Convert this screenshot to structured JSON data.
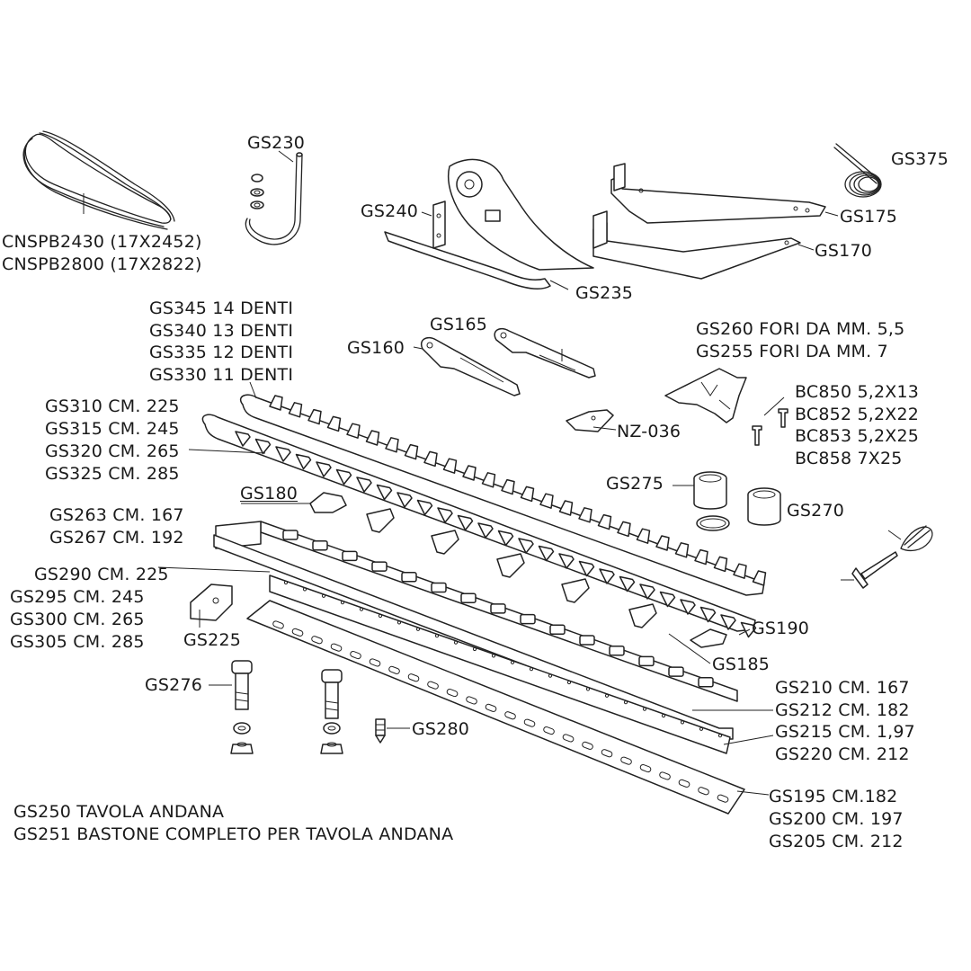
{
  "labels": {
    "belt": [
      "CNSPB2430 (17X2452)",
      "CNSPB2800 (17X2822)"
    ],
    "gs230": "GS230",
    "gs240": "GS240",
    "gs235": "GS235",
    "gs375": "GS375",
    "gs175": "GS175",
    "gs170": "GS170",
    "teeth": [
      "GS345 14 DENTI",
      "GS340 13 DENTI",
      "GS335 12 DENTI",
      "GS330 11 DENTI"
    ],
    "gs165": "GS165",
    "gs160": "GS160",
    "plates": [
      "GS260 FORI DA MM. 5,5",
      "GS255 FORI DA MM. 7"
    ],
    "rivets": [
      "BC850 5,2X13",
      "BC852 5,2X22",
      "BC853 5,2X25",
      "BC858 7X25"
    ],
    "nz036": "NZ-036",
    "knife": [
      "GS310 CM. 225",
      "GS315 CM. 245",
      "GS320 CM. 265",
      "GS325 CM. 285"
    ],
    "gs275": "GS275",
    "gs270": "GS270",
    "gs180": "GS180",
    "bar": [
      "GS263 CM. 167",
      "GS267 CM. 192"
    ],
    "gs190": "GS190",
    "guard": [
      "GS290 CM. 225",
      "GS295 CM. 245",
      "GS300 CM. 265",
      "GS305 CM. 285"
    ],
    "gs225": "GS225",
    "gs185": "GS185",
    "gs276": "GS276",
    "gs280": "GS280",
    "strip": [
      "GS210 CM. 167",
      "GS212 CM. 182",
      "GS215 CM. 1,97",
      "GS220 CM. 212"
    ],
    "board": [
      "GS195 CM.182",
      "GS200 CM. 197",
      "GS205 CM. 212"
    ],
    "footer": [
      "GS250 TAVOLA ANDANA",
      "GS251 BASTONE COMPLETO PER TAVOLA ANDANA"
    ]
  }
}
